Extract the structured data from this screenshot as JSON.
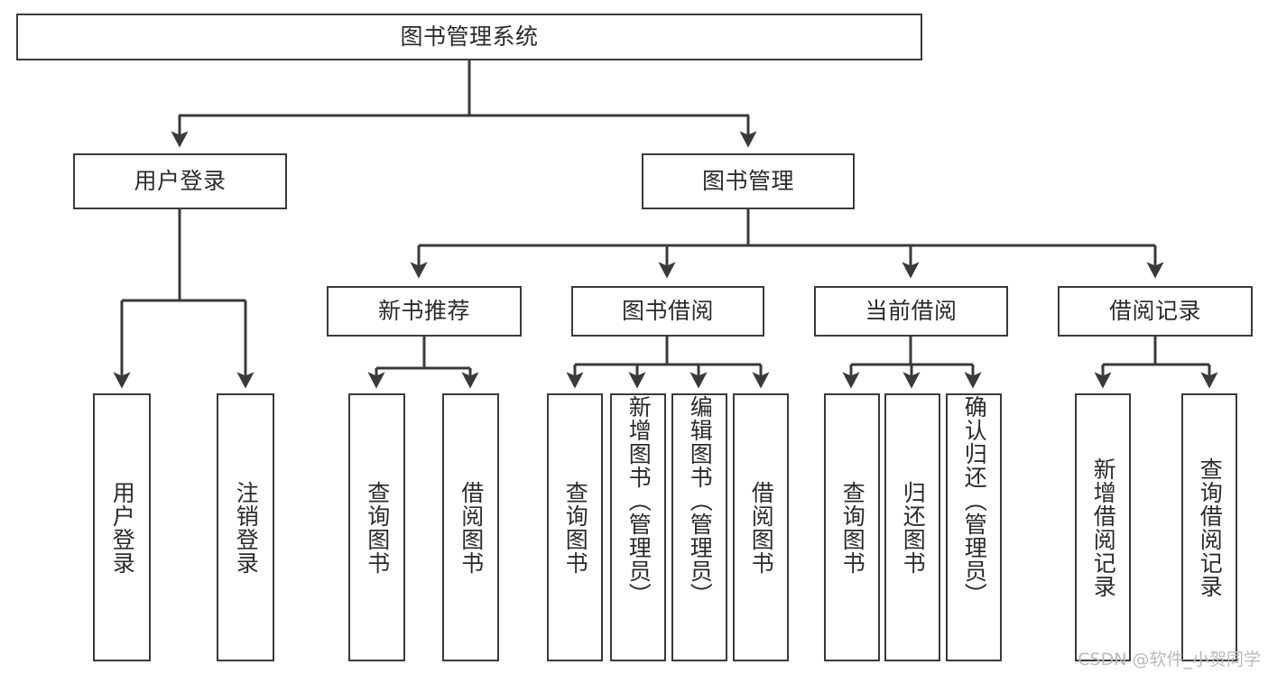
{
  "diagram": {
    "title": "图书管理系统",
    "type": "hierarchy-tree",
    "watermark": "CSDN @软件_小贺同学",
    "colors": {
      "box_border": "#3a3a3a",
      "box_fill": "#ffffff",
      "edge": "#3a3a3a",
      "text": "#2b2b2b",
      "background": "#ffffff",
      "watermark": "#b9b9b9"
    },
    "root": {
      "label": "图书管理系统"
    },
    "level2": [
      {
        "id": "user-login",
        "label": "用户登录"
      },
      {
        "id": "book-manage",
        "label": "图书管理"
      }
    ],
    "level3": [
      {
        "id": "new-book-recommend",
        "label": "新书推荐"
      },
      {
        "id": "book-borrow",
        "label": "图书借阅"
      },
      {
        "id": "current-borrow",
        "label": "当前借阅"
      },
      {
        "id": "borrow-record",
        "label": "借阅记录"
      }
    ],
    "leaves": {
      "user_login": [
        {
          "id": "leaf-user-login",
          "label": "用户登录"
        },
        {
          "id": "leaf-logout-login",
          "label": "注销登录"
        }
      ],
      "new_book_recommend": [
        {
          "id": "leaf-query-book-1",
          "label": "查询图书"
        },
        {
          "id": "leaf-borrow-book-1",
          "label": "借阅图书"
        }
      ],
      "book_borrow": [
        {
          "id": "leaf-query-book-2",
          "label": "查询图书"
        },
        {
          "id": "leaf-add-book",
          "label": "新增图书（管理员）"
        },
        {
          "id": "leaf-edit-book",
          "label": "编辑图书（管理员）"
        },
        {
          "id": "leaf-borrow-book-2",
          "label": "借阅图书"
        }
      ],
      "current_borrow": [
        {
          "id": "leaf-query-book-3",
          "label": "查询图书"
        },
        {
          "id": "leaf-return-book",
          "label": "归还图书"
        },
        {
          "id": "leaf-confirm-return",
          "label": "确认归还（管理员）"
        }
      ],
      "borrow_record": [
        {
          "id": "leaf-add-record",
          "label": "新增借阅记录"
        },
        {
          "id": "leaf-query-record",
          "label": "查询借阅记录"
        }
      ]
    }
  }
}
